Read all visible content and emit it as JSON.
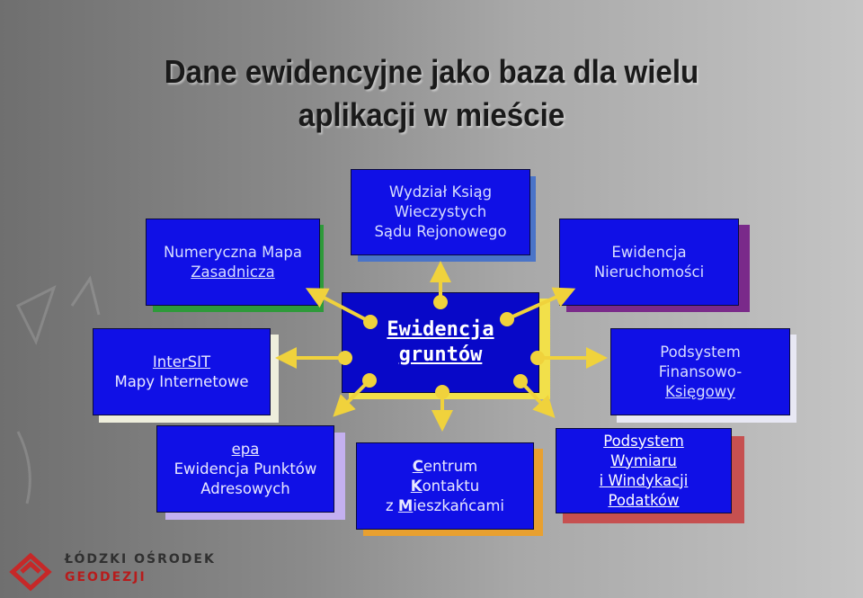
{
  "title": {
    "line1": "Dane ewidencyjne jako baza dla wielu",
    "line2": "aplikacji w mieście"
  },
  "center": {
    "line1": "Ewidencja",
    "line2": "gruntów"
  },
  "boxes": {
    "numeryczna": {
      "line1": "Numeryczna Mapa",
      "line2": "Zasadnicza"
    },
    "wydzial": {
      "line1": "Wydział Ksiąg",
      "line2": "Wieczystych",
      "line3": "Sądu Rejonowego"
    },
    "ewidencja_nieruchomosci": {
      "line1": "Ewidencja",
      "line2": "Nieruchomości"
    },
    "intersit": {
      "line1": "InterSIT",
      "line2": "Mapy Internetowe"
    },
    "podsystem_fin": {
      "line1": "Podsystem",
      "line2": "Finansowo-",
      "line3": "Księgowy"
    },
    "epa": {
      "line1": "epa",
      "line2": "Ewidencja Punktów",
      "line3": "Adresowych"
    },
    "ckm": {
      "line1a": "C",
      "line1b": "entrum",
      "line2a": "K",
      "line2b": "ontaktu",
      "line3a": "z ",
      "line3b": "M",
      "line3c": "ieszkańcami"
    },
    "podsystem_wymiaru": {
      "line1": "Podsystem",
      "line2": "Wymiaru",
      "line3": "i Windykacji",
      "line4": "Podatków"
    }
  },
  "logo": {
    "line1": "ŁÓDZKI OŚRODEK",
    "line2": "GEODEZJI"
  },
  "colors": {
    "box_fill": "#1010e6",
    "arrow": "#f0d23c",
    "shadow_green": "#2e9a3a",
    "shadow_purple": "#7a2a8a",
    "shadow_yellow": "#f2e04a",
    "shadow_lavender": "#c4b0f0",
    "shadow_orange": "#e8a030",
    "shadow_red": "#c65050"
  }
}
